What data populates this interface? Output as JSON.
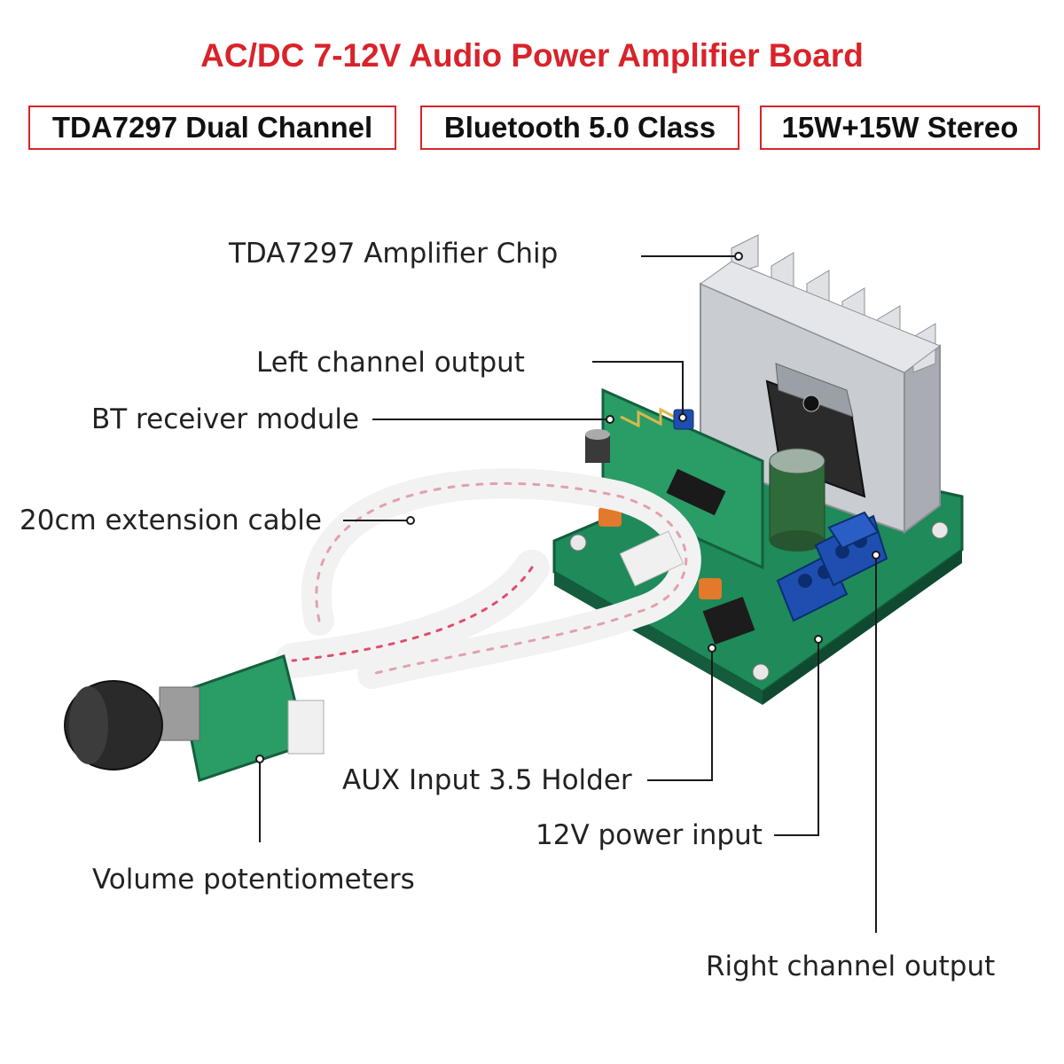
{
  "title": "AC/DC 7-12V Audio Power Amplifier Board",
  "badges": [
    "TDA7297 Dual Channel",
    "Bluetooth 5.0 Class",
    "15W+15W Stereo"
  ],
  "callouts": {
    "amp_chip": "TDA7297 Amplifier Chip",
    "left_output": "Left channel output",
    "bt_module": "BT receiver module",
    "extension_cable": "20cm extension cable",
    "aux_input": "AUX Input 3.5 Holder",
    "power_input": "12V power input",
    "volume_pot": "Volume potentiometers",
    "right_output": "Right channel output"
  },
  "colors": {
    "accent": "#d9232a",
    "pcb": "#1f8a5a",
    "terminal": "#1e4fb0",
    "heatsink": "#c9ccd0"
  }
}
